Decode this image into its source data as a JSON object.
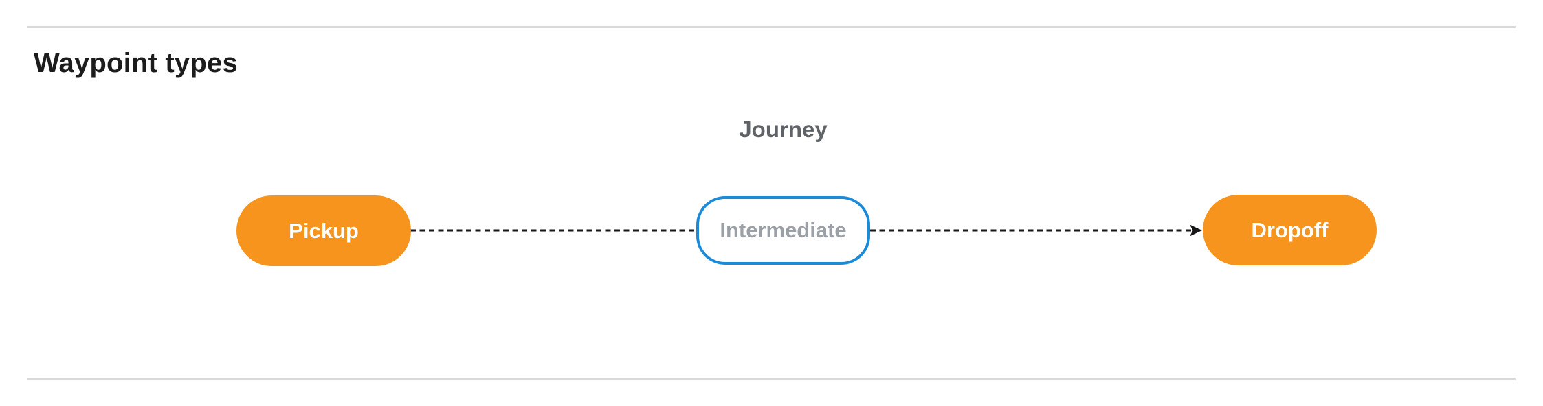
{
  "section": {
    "heading": "Waypoint types"
  },
  "diagram": {
    "title": "Journey",
    "nodes": [
      {
        "id": "pickup",
        "label": "Pickup",
        "style": "terminal"
      },
      {
        "id": "intermediate",
        "label": "Intermediate",
        "style": "optional"
      },
      {
        "id": "dropoff",
        "label": "Dropoff",
        "style": "terminal"
      }
    ],
    "connections": [
      {
        "from": "pickup",
        "to": "intermediate",
        "line": "dashed",
        "arrowhead": false
      },
      {
        "from": "intermediate",
        "to": "dropoff",
        "line": "dashed",
        "arrowhead": true
      }
    ],
    "colors": {
      "terminal_fill": "#F6941E",
      "terminal_text": "#FFFFFF",
      "optional_border": "#1B8AD9",
      "optional_text": "#9AA0A6",
      "connector": "#161616",
      "title_text": "#5F6368",
      "heading_text": "#1C1C1C",
      "divider": "#D9D9D9"
    }
  }
}
